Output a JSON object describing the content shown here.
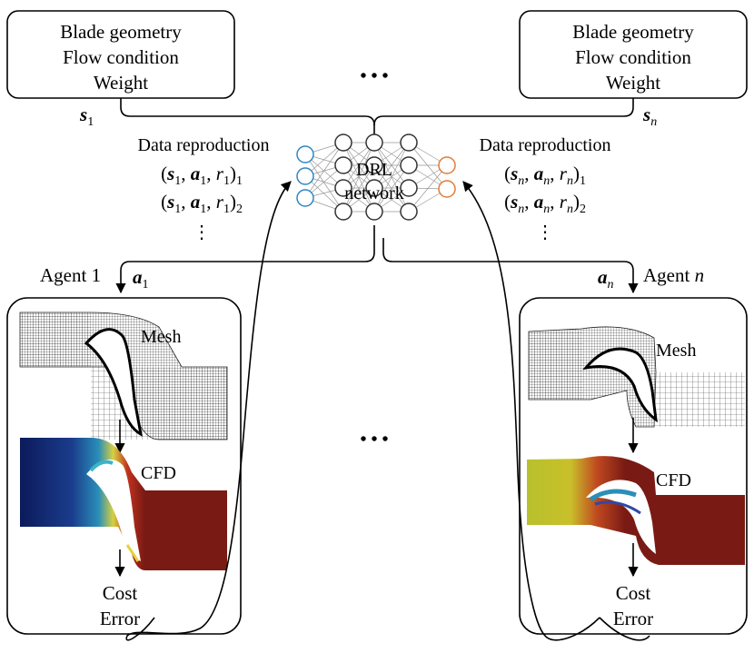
{
  "state_box_left": {
    "line1": "Blade geometry",
    "line2": "Flow condition",
    "line3": "Weight"
  },
  "state_box_right": {
    "line1": "Blade geometry",
    "line2": "Flow condition",
    "line3": "Weight"
  },
  "top_ellipsis": "• • •",
  "middle_ellipsis": "• • •",
  "label_s1": {
    "sym": "s",
    "sub": "1"
  },
  "label_sn": {
    "sym": "s",
    "sub": "n"
  },
  "network": {
    "line1": "DRL",
    "line2": "network"
  },
  "data_left": {
    "title": "Data reproduction",
    "row1": {
      "s": "s",
      "a": "a",
      "r": "r",
      "idx": "1",
      "outer": "1"
    },
    "row2": {
      "s": "s",
      "a": "a",
      "r": "r",
      "idx": "1",
      "outer": "2"
    },
    "dots": "⋮"
  },
  "data_right": {
    "title": "Data reproduction",
    "row1": {
      "s": "s",
      "a": "a",
      "r": "r",
      "idx": "n",
      "outer": "1"
    },
    "row2": {
      "s": "s",
      "a": "a",
      "r": "r",
      "idx": "n",
      "outer": "2"
    },
    "dots": "⋮"
  },
  "agent_left": {
    "label_pre": "Agent 1",
    "action": "a",
    "action_sub": "1"
  },
  "agent_right": {
    "label_pre": "Agent ",
    "label_var": "n",
    "action": "a",
    "action_sub": "n"
  },
  "panel_left": {
    "mesh": "Mesh",
    "cfd": "CFD",
    "cost": "Cost",
    "error": "Error"
  },
  "panel_right": {
    "mesh": "Mesh",
    "cfd": "CFD",
    "cost": "Cost",
    "error": "Error"
  },
  "colors": {
    "input_nodes": "#2e86c1",
    "output_nodes": "#e07b39",
    "hidden_nodes": "#333333",
    "cfd_high": "#7a1a14",
    "cfd_low": "#0c1a5a"
  }
}
